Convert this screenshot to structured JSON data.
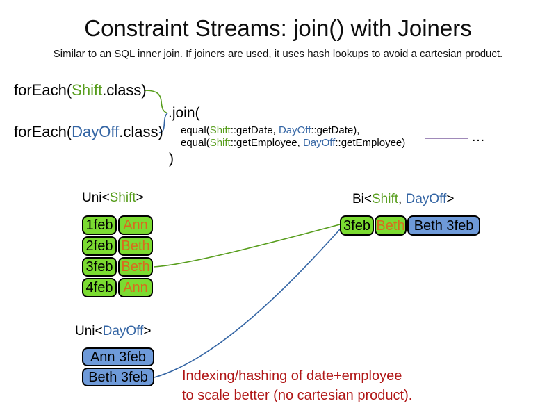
{
  "colors": {
    "class_green": "#579D1C",
    "class_blue": "#3465A4",
    "orange_text": "#D96B1E",
    "green_fill": "#7BDB31",
    "blue_fill": "#6E9AD9",
    "note_red": "#B01616",
    "purple_line": "#8064A2"
  },
  "header": {
    "title": "Constraint Streams: join() with Joiners",
    "subtitle": "Similar to an SQL inner join. If joiners are used, it uses hash lookups to avoid a cartesian product."
  },
  "code": {
    "foreach_shift": {
      "pre": "forEach(",
      "cls": "Shift",
      "post": ".class)"
    },
    "foreach_dayoff": {
      "pre": "forEach(",
      "cls": "DayOff",
      "post": ".class)"
    },
    "join_open": ".join(",
    "equal_lines": [
      {
        "pre": "equal(",
        "c1": "Shift",
        "m1": "::getDate, ",
        "c2": "DayOff",
        "m2": "::getDate),"
      },
      {
        "pre": "equal(",
        "c1": "Shift",
        "m1": "::getEmployee, ",
        "c2": "DayOff",
        "m2": "::getEmployee)"
      }
    ],
    "join_close": ")",
    "ellipsis": "…"
  },
  "uni_shift": {
    "label": {
      "pre": "Uni<",
      "cls": "Shift",
      "post": ">"
    },
    "rows": [
      {
        "date": "1feb",
        "name": "Ann"
      },
      {
        "date": "2feb",
        "name": "Beth"
      },
      {
        "date": "3feb",
        "name": "Beth"
      },
      {
        "date": "4feb",
        "name": "Ann"
      }
    ]
  },
  "bi": {
    "label": {
      "pre": "Bi<",
      "c1": "Shift",
      "sep": ", ",
      "c2": "DayOff",
      "post": ">"
    },
    "row": {
      "date": "3feb",
      "name": "Beth",
      "pair": "Beth 3feb"
    }
  },
  "uni_dayoff": {
    "label": {
      "pre": "Uni<",
      "cls": "DayOff",
      "post": ">"
    },
    "rows": [
      {
        "text": "Ann 3feb"
      },
      {
        "text": "Beth 3feb"
      }
    ]
  },
  "note": {
    "line1": "Indexing/hashing of date+employee",
    "line2": "to scale better (no cartesian product)."
  }
}
